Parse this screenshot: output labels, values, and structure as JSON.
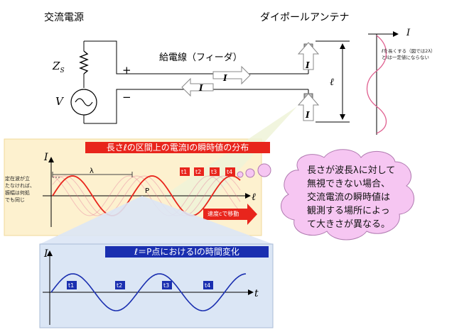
{
  "labels": {
    "source_title": "交流電源",
    "antenna_title": "ダイポールアンテナ",
    "feeder": "給電線（フィーダ）",
    "zs": "Z",
    "zs_sub": "S",
    "v": "V",
    "plus": "+",
    "minus": "−",
    "current_I": "I",
    "length_l": "ℓ",
    "antenna_note_1": "ℓを長くする（図では2λ）",
    "antenna_note_2": "とIは一定値にならない"
  },
  "panel1": {
    "title": "長さℓの区間上の電流Iの瞬時値の分布",
    "axis_y": "I",
    "axis_x": "ℓ",
    "lambda": "λ",
    "point_p": "P",
    "side_note_1": "定在波が立",
    "side_note_2": "たなければ、",
    "side_note_3": "振幅は何処",
    "side_note_4": "でも同じ",
    "speed_label": "速度cで移動",
    "t_labels": [
      "t1",
      "t2",
      "t3",
      "t4"
    ]
  },
  "panel2": {
    "title": "ℓ＝P点におけるIの時間変化",
    "axis_y": "I",
    "axis_x": "t",
    "t_labels": [
      "t1",
      "t2",
      "t3",
      "t4"
    ]
  },
  "cloud": {
    "lines": [
      "長さが波長λに対して",
      "無視できない場合、",
      "交流電流の瞬時値は",
      "観測する場所によっ",
      "て大きさが異なる。"
    ]
  },
  "colors": {
    "red": "#e8251c",
    "blue": "#1a2fb0",
    "panel1_bg": "#fdf1cf",
    "panel2_bg": "#dbe6f5",
    "cloud_fill": "#f6c6f2",
    "wave_red": "#e06090"
  }
}
